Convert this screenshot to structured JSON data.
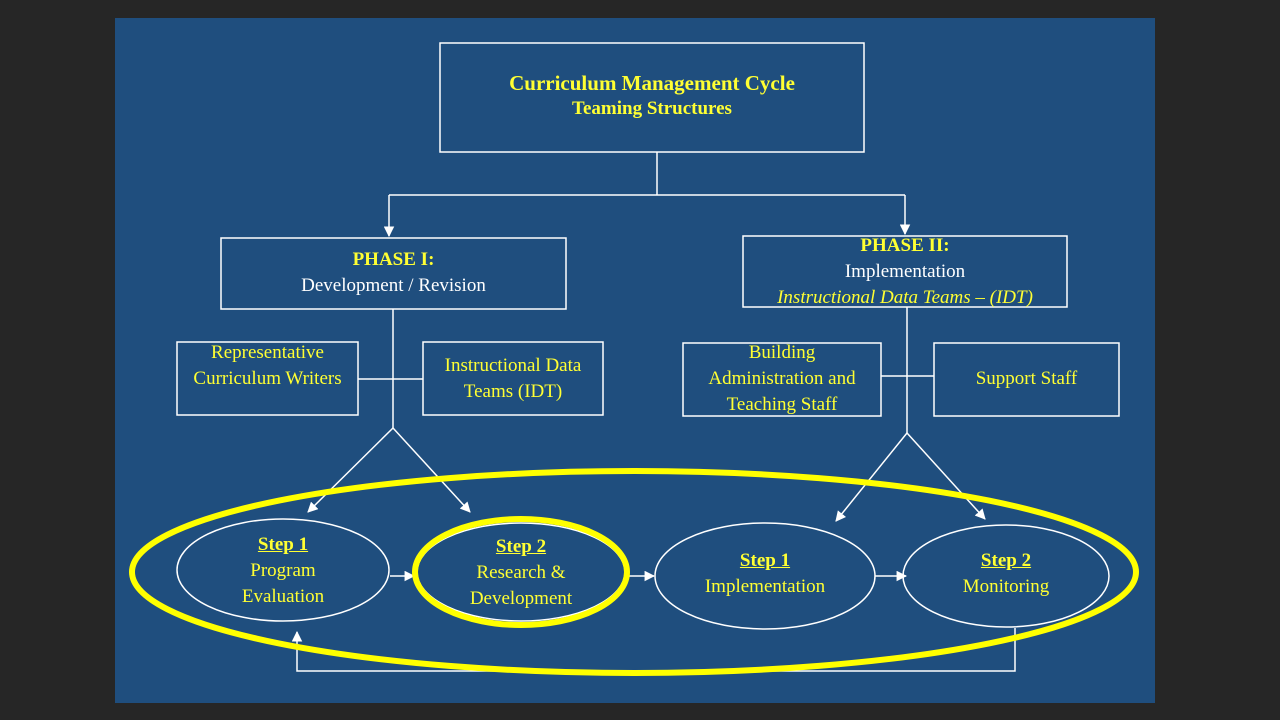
{
  "colors": {
    "background": "#262626",
    "panel": "#1f4e7e",
    "box_border": "#ffffff",
    "text": "#ffff33",
    "highlight": "#ffff00"
  },
  "root": {
    "title": "Curriculum Management Cycle",
    "subtitle": "Teaming Structures"
  },
  "phase1": {
    "title": "PHASE I:",
    "subtitle": "Development / Revision",
    "teams": [
      "Representative Curriculum Writers",
      "Instructional Data Teams (IDT)"
    ],
    "steps": [
      {
        "label": "Step 1",
        "lines": [
          "Program",
          "Evaluation"
        ]
      },
      {
        "label": "Step 2",
        "lines": [
          "Research &",
          "Development"
        ],
        "highlighted": true
      }
    ]
  },
  "phase2": {
    "title": "PHASE II:",
    "subtitle": "Implementation",
    "subtitle2": "Instructional Data Teams – (IDT)",
    "teams": [
      "Building Administration and Teaching Staff",
      "Support Staff"
    ],
    "steps": [
      {
        "label": "Step 1",
        "lines": [
          "Implementation"
        ]
      },
      {
        "label": "Step 2",
        "lines": [
          "Monitoring"
        ]
      }
    ]
  }
}
